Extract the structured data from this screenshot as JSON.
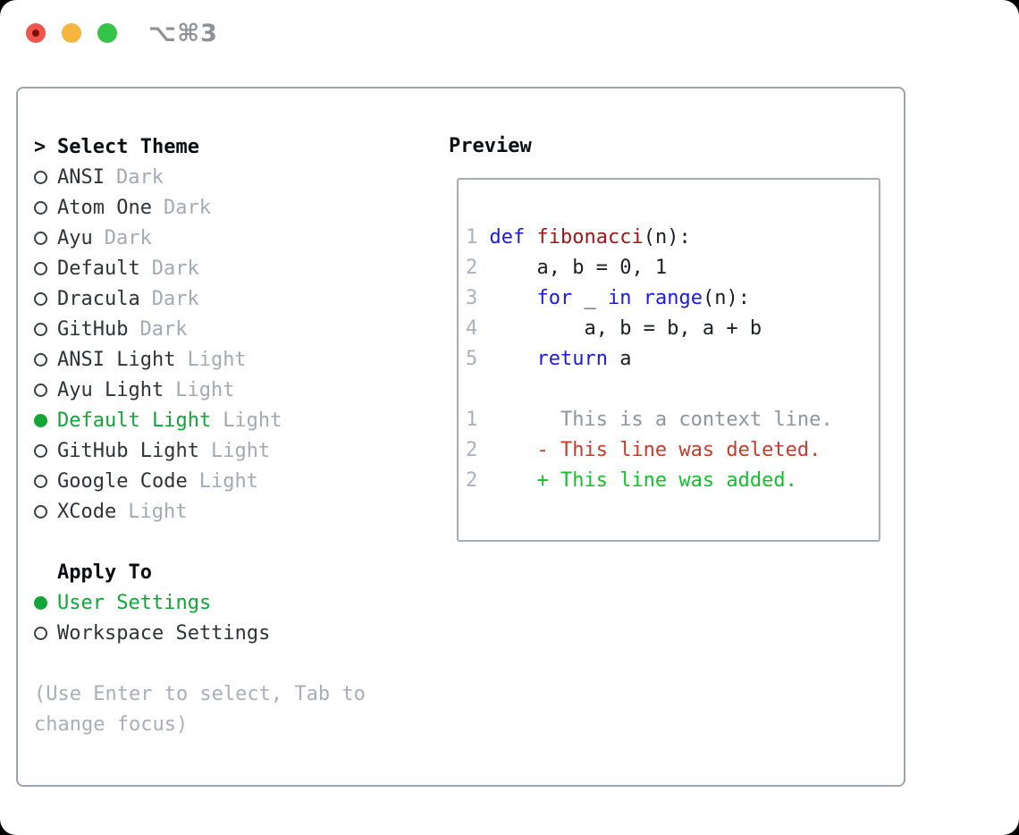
{
  "titlebar": {
    "shortcut": "⌥⌘3"
  },
  "colors": {
    "traffic-red": "#f1564e",
    "traffic-red-dot": "#7a1006",
    "traffic-yellow": "#f5b53e",
    "traffic-green": "#35c348",
    "shortcut": "#8f9196",
    "panel-border": "#9ba4af",
    "box-border": "#a6adb7",
    "text-dark": "#2e3338",
    "title-black": "#0b0d0f",
    "muted": "#a2aab4",
    "hint": "#a7afb9",
    "radio": "#3a3f45",
    "select-green": "#12a538",
    "code-num": "#a9b1bc",
    "code-kw": "#1a1ae6",
    "code-fn": "#a31515",
    "code-plain": "#1b1f23",
    "code-ctx": "#8d959d",
    "code-del": "#c93a2b",
    "code-add": "#12c22a"
  },
  "theme_panel": {
    "prompt": ">",
    "title": "Select Theme",
    "themes": [
      {
        "name": "ANSI",
        "variant": "Dark",
        "selected": false
      },
      {
        "name": "Atom One",
        "variant": "Dark",
        "selected": false
      },
      {
        "name": "Ayu",
        "variant": "Dark",
        "selected": false
      },
      {
        "name": "Default",
        "variant": "Dark",
        "selected": false
      },
      {
        "name": "Dracula",
        "variant": "Dark",
        "selected": false
      },
      {
        "name": "GitHub",
        "variant": "Dark",
        "selected": false
      },
      {
        "name": "ANSI Light",
        "variant": "Light",
        "selected": false
      },
      {
        "name": "Ayu Light",
        "variant": "Light",
        "selected": false
      },
      {
        "name": "Default Light",
        "variant": "Light",
        "selected": true
      },
      {
        "name": "GitHub Light",
        "variant": "Light",
        "selected": false
      },
      {
        "name": "Google Code",
        "variant": "Light",
        "selected": false
      },
      {
        "name": "XCode",
        "variant": "Light",
        "selected": false
      }
    ],
    "apply_to": {
      "title": "Apply To",
      "options": [
        {
          "label": "User Settings",
          "selected": true
        },
        {
          "label": "Workspace Settings",
          "selected": false
        }
      ]
    },
    "hint": [
      "(Use Enter to select, Tab to",
      "change focus)"
    ]
  },
  "preview": {
    "title": "Preview",
    "lines": [
      {
        "segments": [
          [
            "1 ",
            "num"
          ],
          [
            "def",
            "kw"
          ],
          [
            " ",
            "plain"
          ],
          [
            "fibonacci",
            "fn"
          ],
          [
            "(n):",
            "plain"
          ]
        ]
      },
      {
        "segments": [
          [
            "2 ",
            "num"
          ],
          [
            "    a, b = 0, 1",
            "plain"
          ]
        ]
      },
      {
        "segments": [
          [
            "3 ",
            "num"
          ],
          [
            "    ",
            "plain"
          ],
          [
            "for",
            "kw"
          ],
          [
            " _ ",
            "plain"
          ],
          [
            "in",
            "kw"
          ],
          [
            " ",
            "plain"
          ],
          [
            "range",
            "kw"
          ],
          [
            "(n):",
            "plain"
          ]
        ]
      },
      {
        "segments": [
          [
            "4 ",
            "num"
          ],
          [
            "        a, b = b, a + b",
            "plain"
          ]
        ]
      },
      {
        "segments": [
          [
            "5 ",
            "num"
          ],
          [
            "    ",
            "plain"
          ],
          [
            "return",
            "kw"
          ],
          [
            " a",
            "plain"
          ]
        ]
      },
      {
        "segments": []
      },
      {
        "segments": [
          [
            "1 ",
            "num"
          ],
          [
            "      This is a context line.",
            "ctx"
          ]
        ]
      },
      {
        "segments": [
          [
            "2 ",
            "num"
          ],
          [
            "    - This line was deleted.",
            "del"
          ]
        ]
      },
      {
        "segments": [
          [
            "2 ",
            "num"
          ],
          [
            "    + This line was added.",
            "add"
          ]
        ]
      }
    ]
  }
}
